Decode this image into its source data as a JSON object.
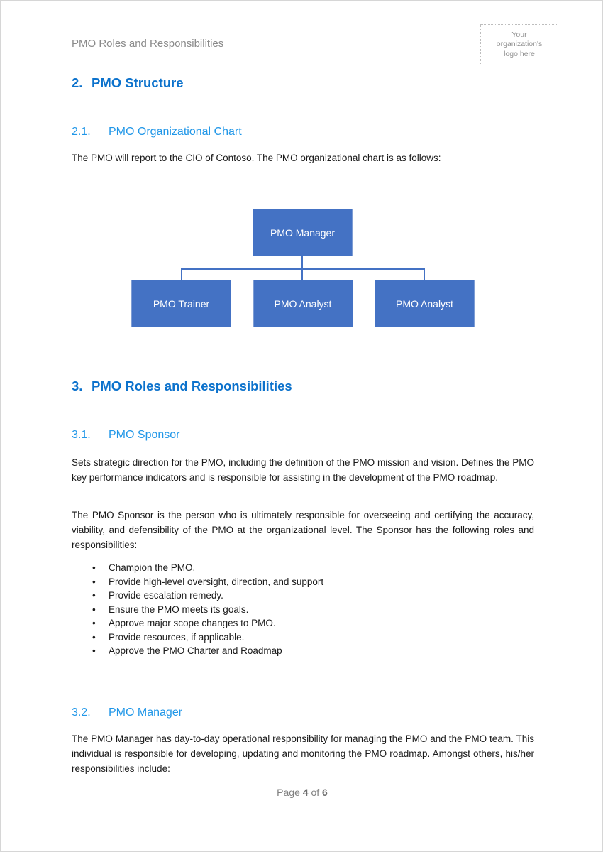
{
  "colors": {
    "heading1_blue": "#0c72cc",
    "heading2_blue": "#2197e8",
    "org_box_blue": "#4472c4",
    "connector_blue": "#4472c4",
    "header_footer_gray": "#8a8a8a",
    "body_text": "#1a1a1a"
  },
  "glyphs": {
    "bullet": "•"
  },
  "header": {
    "title": "PMO Roles and Responsibilities",
    "logo_line1": "Your",
    "logo_line2": "organization's",
    "logo_line3": "logo here"
  },
  "sections": {
    "s2": {
      "number": "2.",
      "title": "PMO Structure"
    },
    "s21": {
      "number": "2.1.",
      "title": "PMO Organizational Chart",
      "p1": "The PMO will report to the CIO of Contoso. The PMO organizational chart is as follows:"
    },
    "s3": {
      "number": "3.",
      "title": "PMO Roles and Responsibilities"
    },
    "s31": {
      "number": "3.1.",
      "title": "PMO Sponsor",
      "p1": "Sets strategic direction for the PMO, including the definition of the PMO mission and vision. Defines the PMO key performance indicators and is responsible for assisting in the development of the PMO roadmap.",
      "p2": "The PMO Sponsor is the person who is ultimately responsible for overseeing and certifying the accuracy, viability, and defensibility of the PMO at the organizational level. The Sponsor has the following roles and responsibilities:",
      "bullets": [
        "Champion the PMO.",
        "Provide high-level oversight, direction, and support",
        "Provide escalation remedy.",
        "Ensure the PMO meets its goals.",
        "Approve major scope changes to PMO.",
        "Provide resources, if applicable.",
        "Approve the PMO Charter and Roadmap"
      ]
    },
    "s32": {
      "number": "3.2.",
      "title": "PMO Manager",
      "p1": "The PMO Manager has day-to-day operational responsibility for managing the PMO and the PMO team. This individual is responsible for developing, updating and monitoring the PMO roadmap. Amongst others, his/her responsibilities include:"
    }
  },
  "org_chart": {
    "root_label": "PMO Manager",
    "children": [
      "PMO Trainer",
      "PMO Analyst",
      "PMO Analyst"
    ]
  },
  "footer": {
    "label_page": "Page",
    "page_number": "4",
    "label_of": "of",
    "total_pages": "6"
  }
}
